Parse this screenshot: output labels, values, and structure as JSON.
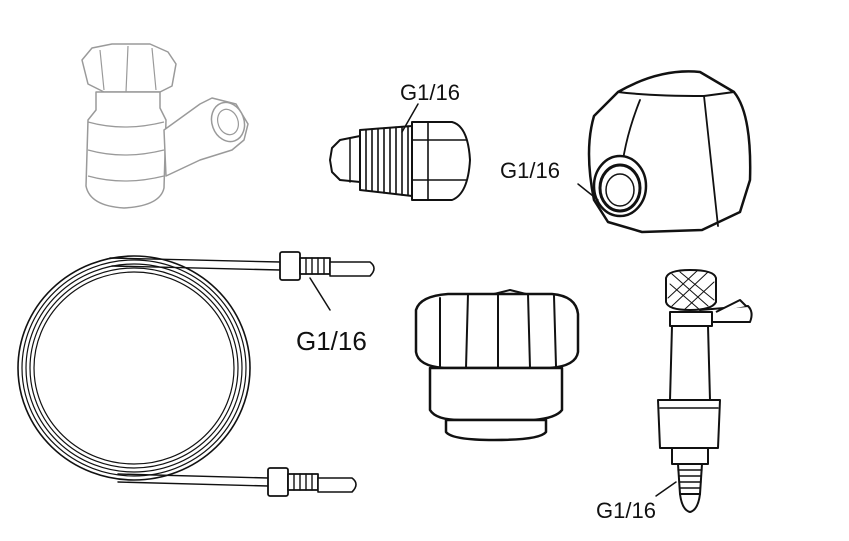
{
  "labels": {
    "flare_fitting": "G1/16",
    "hex_nut": "G1/16",
    "coiled_tube": "G1/16",
    "needle_valve": "G1/16"
  },
  "colors": {
    "line": "#111111",
    "ghost_line": "#9a9a9a",
    "background": "#ffffff"
  }
}
